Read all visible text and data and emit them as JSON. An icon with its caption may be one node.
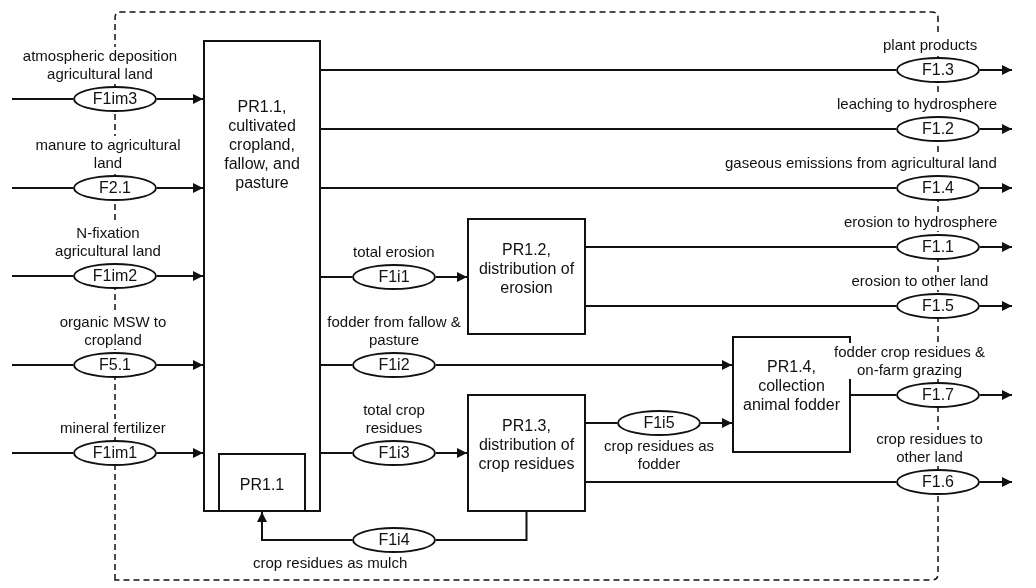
{
  "diagram": {
    "nodes": [
      {
        "text": [
          "PR1.1, cultivated cropland, fallow, and pasture"
        ]
      },
      {
        "text": [
          "PR1.1"
        ],
        "in": 0
      },
      {
        "text": [
          "PR1.2, distribution of erosion"
        ]
      },
      {
        "text": [
          "PR1.3, distribution of crop residues"
        ]
      },
      {
        "text": [
          "PR1.4, collection animal fodder"
        ]
      },
      {
        "text": [
          "F1im3"
        ],
        "beside": [
          "atmospheric deposition agricultural land"
        ]
      },
      {
        "text": [
          "F2.1"
        ],
        "beside": [
          "manure to agricultural land"
        ]
      },
      {
        "text": [
          "F1im2"
        ],
        "beside": [
          "N-fixation agricultural land"
        ]
      },
      {
        "text": [
          "F5.1"
        ],
        "beside": [
          "organic MSW to cropland"
        ]
      },
      {
        "text": [
          "F1im1"
        ],
        "beside": [
          "mineral fertilizer"
        ]
      },
      {
        "text": [
          "F1i1"
        ],
        "beside": [
          "total erosion"
        ]
      },
      {
        "text": [
          "F1i2"
        ],
        "beside": [
          "fodder from fallow & pasture"
        ]
      },
      {
        "text": [
          "F1i3"
        ],
        "beside": [
          "total crop residues"
        ]
      },
      {
        "text": [
          "F1i4"
        ],
        "beside": [
          "crop residues as mulch"
        ]
      },
      {
        "text": [
          "F1i5"
        ],
        "beside": [
          "crop residues as fodder"
        ]
      },
      {
        "text": [
          "F1.3"
        ],
        "beside": [
          "plant products"
        ]
      },
      {
        "text": [
          "F1.2"
        ],
        "beside": [
          "leaching to hydrosphere"
        ]
      },
      {
        "text": [
          "F1.4"
        ],
        "beside": [
          "gaseous emissions from agricultural land"
        ]
      },
      {
        "text": [
          "F1.1"
        ],
        "beside": [
          "erosion to hydrosphere"
        ]
      },
      {
        "text": [
          "F1.5"
        ],
        "beside": [
          "erosion to other land"
        ]
      },
      {
        "text": [
          "F1.7"
        ],
        "beside": [
          "fodder crop residues & on-farm grazing"
        ]
      },
      {
        "text": [
          "F1.6"
        ],
        "beside": [
          "crop residues to other land"
        ]
      }
    ],
    "edges": [
      {
        "from": null,
        "to": 5,
        "arrow": "none"
      },
      {
        "from": 5,
        "to": 0,
        "arrow": "to"
      },
      {
        "from": null,
        "to": 6,
        "arrow": "none"
      },
      {
        "from": 6,
        "to": 0,
        "arrow": "to"
      },
      {
        "from": null,
        "to": 7,
        "arrow": "none"
      },
      {
        "from": 7,
        "to": 0,
        "arrow": "to"
      },
      {
        "from": null,
        "to": 8,
        "arrow": "none"
      },
      {
        "from": 8,
        "to": 0,
        "arrow": "to"
      },
      {
        "from": null,
        "to": 9,
        "arrow": "none"
      },
      {
        "from": 9,
        "to": 0,
        "arrow": "to"
      },
      {
        "from": 0,
        "to": 10,
        "arrow": "none"
      },
      {
        "from": 10,
        "to": 2,
        "arrow": "to"
      },
      {
        "from": 0,
        "to": 11,
        "arrow": "none"
      },
      {
        "from": 11,
        "to": 4,
        "arrow": "to"
      },
      {
        "from": 0,
        "to": 12,
        "arrow": "none"
      },
      {
        "from": 12,
        "to": 3,
        "arrow": "to"
      },
      {
        "from": 3,
        "to": 13,
        "arrow": "none"
      },
      {
        "from": 13,
        "to": 1,
        "arrow": "to"
      },
      {
        "from": 3,
        "to": 14,
        "arrow": "none"
      },
      {
        "from": 14,
        "to": 4,
        "arrow": "to"
      },
      {
        "from": 0,
        "to": 15,
        "arrow": "none"
      },
      {
        "from": 15,
        "to": null,
        "arrow": "to"
      },
      {
        "from": 0,
        "to": 16,
        "arrow": "none"
      },
      {
        "from": 16,
        "to": null,
        "arrow": "to"
      },
      {
        "from": 0,
        "to": 17,
        "arrow": "none"
      },
      {
        "from": 17,
        "to": null,
        "arrow": "to"
      },
      {
        "from": 2,
        "to": 18,
        "arrow": "none"
      },
      {
        "from": 18,
        "to": null,
        "arrow": "to"
      },
      {
        "from": 2,
        "to": 19,
        "arrow": "none"
      },
      {
        "from": 19,
        "to": null,
        "arrow": "to"
      },
      {
        "from": 4,
        "to": 20,
        "arrow": "none"
      },
      {
        "from": 20,
        "to": null,
        "arrow": "to"
      },
      {
        "from": 3,
        "to": 21,
        "arrow": "none"
      },
      {
        "from": 21,
        "to": null,
        "arrow": "to"
      }
    ]
  }
}
